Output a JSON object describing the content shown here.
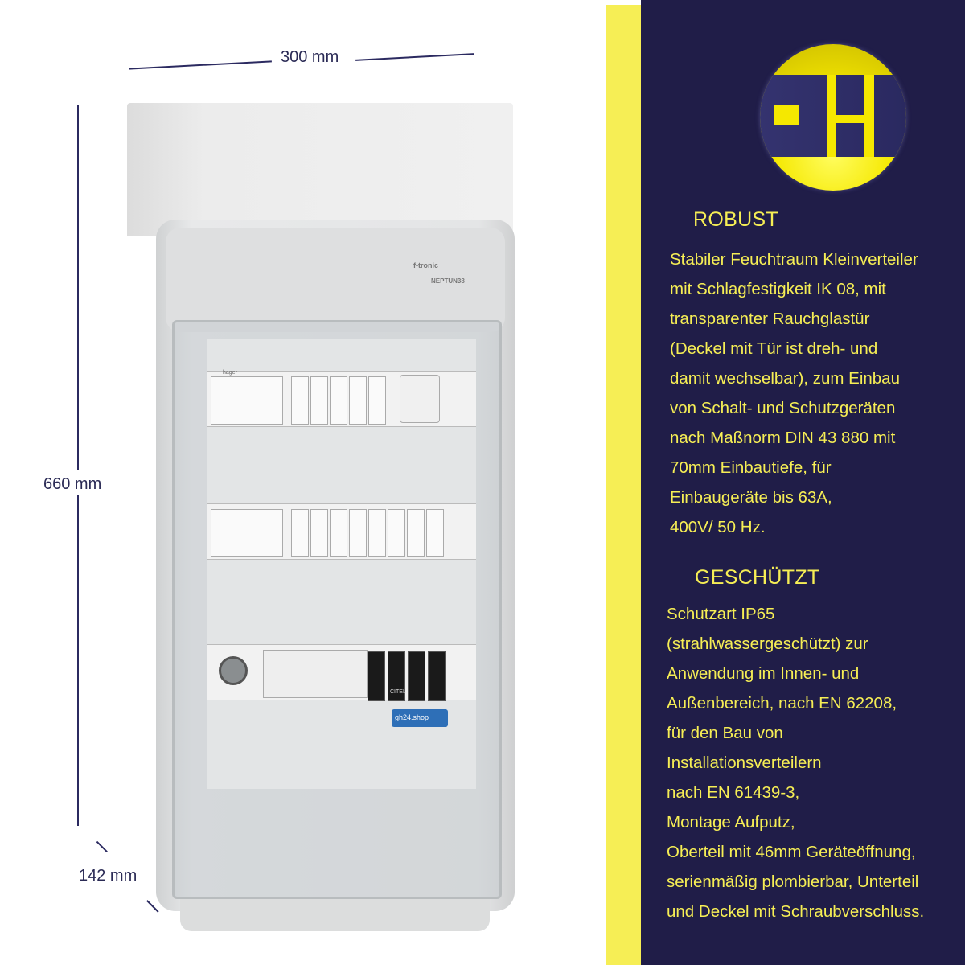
{
  "dimensions": {
    "width": "300 mm",
    "height": "660 mm",
    "depth": "142 mm"
  },
  "product_labels": {
    "brand": "f-tronic",
    "model": "NEPTUN38",
    "shop_sticker": "gh24.shop",
    "spd_brand": "CITEL",
    "breaker_brand": "hager"
  },
  "logo": {
    "text": "GH",
    "colors": {
      "yellow": "#f6ee55",
      "navy": "#201d48"
    }
  },
  "sections": [
    {
      "title": "ROBUST",
      "lines": [
        "Stabiler Feuchtraum Kleinverteiler",
        "mit Schlagfestigkeit IK 08, mit",
        "transparenter Rauchglastür",
        "(Deckel mit Tür ist dreh- und",
        "damit wechselbar), zum Einbau",
        "von Schalt- und Schutzgeräten",
        "nach Maßnorm DIN 43 880 mit",
        "70mm Einbautiefe, für",
        "Einbaugeräte bis 63A,",
        "400V/ 50 Hz."
      ]
    },
    {
      "title": "GESCHÜTZT",
      "lines": [
        "Schutzart IP65",
        "(strahlwassergeschützt) zur",
        "Anwendung im Innen- und",
        "Außenbereich, nach EN 62208,",
        "für den Bau von",
        "Installationsverteilern",
        "nach EN 61439-3,",
        "Montage Aufputz,",
        "Oberteil mit 46mm Geräteöffnung,",
        "serienmäßig plombierbar, Unterteil",
        "und Deckel mit Schraubverschluss."
      ]
    }
  ]
}
